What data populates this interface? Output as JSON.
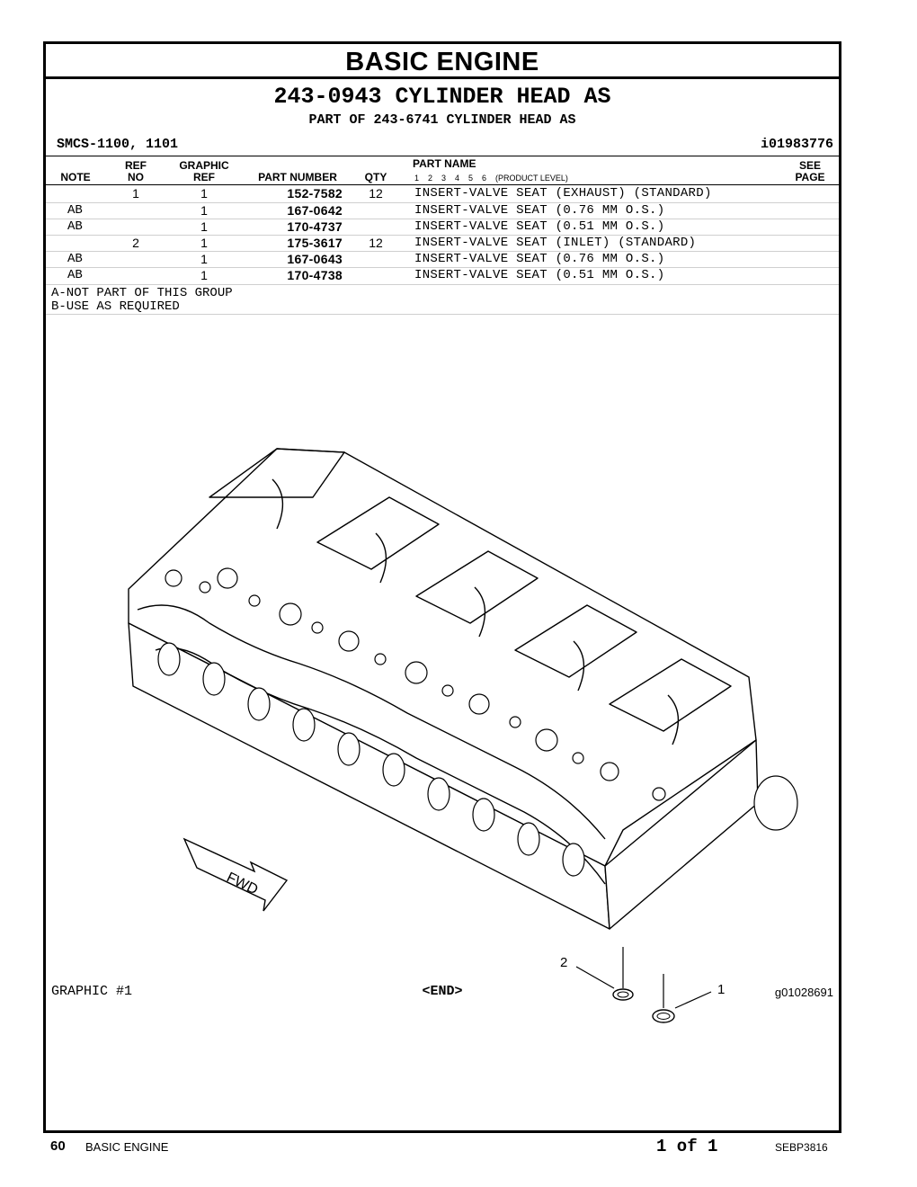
{
  "header": {
    "section_title": "BASIC ENGINE",
    "group_title": "243-0943 CYLINDER HEAD AS",
    "group_subtitle": "PART OF 243-6741 CYLINDER HEAD AS",
    "smcs": "SMCS-1100, 1101",
    "illustration_id": "i01983776"
  },
  "table": {
    "headers": {
      "note": "NOTE",
      "ref_no_top": "REF",
      "ref_no_bottom": "NO",
      "graphic_ref_top": "GRAPHIC",
      "graphic_ref_bottom": "REF",
      "part_number": "PART NUMBER",
      "qty": "QTY",
      "part_name": "PART NAME",
      "product_level": "1    2    3    4    5    6    (PRODUCT LEVEL)",
      "see_page_top": "SEE",
      "see_page_bottom": "PAGE"
    },
    "rows": [
      {
        "note": "",
        "ref_no": "1",
        "graphic_ref": "1",
        "part_number": "152-7582",
        "qty": "12",
        "part_name": "INSERT-VALVE SEAT (EXHAUST) (STANDARD)"
      },
      {
        "note": "AB",
        "ref_no": "",
        "graphic_ref": "1",
        "part_number": "167-0642",
        "qty": "",
        "part_name": "INSERT-VALVE SEAT (0.76 MM O.S.)"
      },
      {
        "note": "AB",
        "ref_no": "",
        "graphic_ref": "1",
        "part_number": "170-4737",
        "qty": "",
        "part_name": "INSERT-VALVE SEAT (0.51 MM O.S.)"
      },
      {
        "note": "",
        "ref_no": "2",
        "graphic_ref": "1",
        "part_number": "175-3617",
        "qty": "12",
        "part_name": "INSERT-VALVE SEAT (INLET) (STANDARD)"
      },
      {
        "note": "AB",
        "ref_no": "",
        "graphic_ref": "1",
        "part_number": "167-0643",
        "qty": "",
        "part_name": "INSERT-VALVE SEAT (0.76 MM O.S.)"
      },
      {
        "note": "AB",
        "ref_no": "",
        "graphic_ref": "1",
        "part_number": "170-4738",
        "qty": "",
        "part_name": "INSERT-VALVE SEAT (0.51 MM O.S.)"
      }
    ],
    "notes": [
      "A-NOT PART OF THIS GROUP",
      "B-USE AS REQUIRED"
    ]
  },
  "graphic": {
    "fwd_label": "FWD",
    "callout_1": "1",
    "callout_2": "2",
    "label": "GRAPHIC #1",
    "end_marker": "<END>",
    "graphic_id": "g01028691"
  },
  "footer": {
    "page_number": "60",
    "section": "BASIC ENGINE",
    "page_of": "1 of 1",
    "doc_id": "SEBP3816"
  }
}
